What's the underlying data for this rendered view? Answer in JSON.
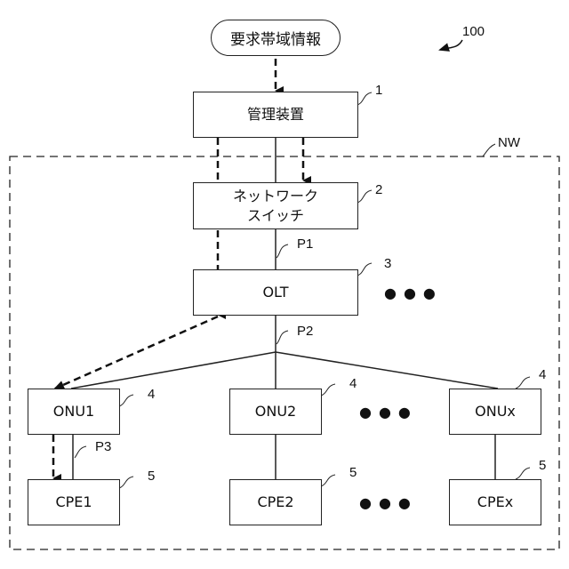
{
  "figure": {
    "figure_ref": "100",
    "input": {
      "label": "要求帯域情報"
    },
    "network": {
      "label": "NW"
    },
    "nodes": {
      "manager": {
        "label": "管理装置",
        "ref": "1"
      },
      "switch": {
        "label_line1": "ネットワーク",
        "label_line2": "スイッチ",
        "ref": "2"
      },
      "olt": {
        "label": "OLT",
        "ref": "3"
      },
      "onu1": {
        "label": "ONU1",
        "ref": "4"
      },
      "onu2": {
        "label": "ONU2",
        "ref": "4"
      },
      "onux": {
        "label": "ONUx",
        "ref": "4"
      },
      "cpe1": {
        "label": "CPE1",
        "ref": "5"
      },
      "cpe2": {
        "label": "CPE2",
        "ref": "5"
      },
      "cpex": {
        "label": "CPEx",
        "ref": "5"
      }
    },
    "ports": {
      "p1": "P1",
      "p2": "P2",
      "p3": "P3"
    },
    "ellipsis": "●●●"
  }
}
